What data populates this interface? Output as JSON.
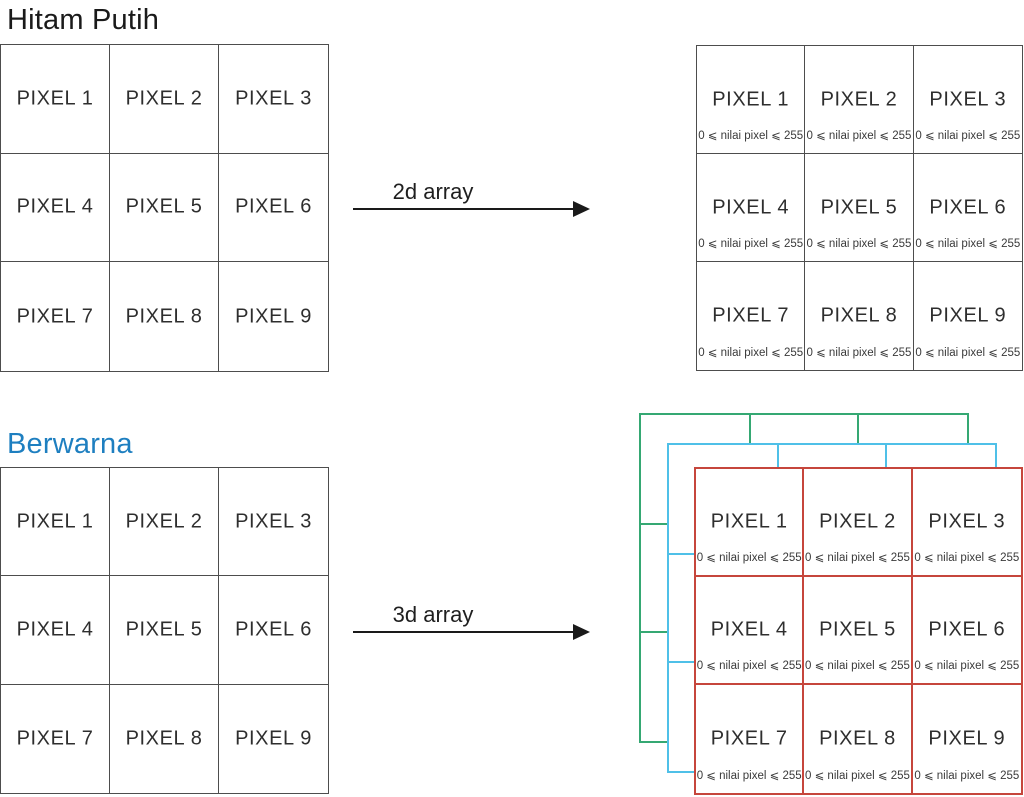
{
  "colors": {
    "ink": "#1a1a1a",
    "grid_line": "#4d4d4d",
    "title_blue": "#1e7fc0",
    "layer_green": "#35a873",
    "layer_cyan": "#4fc0e8",
    "layer_red": "#c6463c"
  },
  "sections": {
    "bw": {
      "title": "Hitam Putih",
      "arrow_label": "2d array",
      "source": {
        "cells": [
          "PIXEL 1",
          "PIXEL 2",
          "PIXEL 3",
          "PIXEL 4",
          "PIXEL 5",
          "PIXEL 6",
          "PIXEL 7",
          "PIXEL 8",
          "PIXEL 9"
        ]
      },
      "result": {
        "cells": [
          "PIXEL 1",
          "PIXEL 2",
          "PIXEL 3",
          "PIXEL 4",
          "PIXEL 5",
          "PIXEL 6",
          "PIXEL 7",
          "PIXEL 8",
          "PIXEL 9"
        ],
        "cell_value": "0 ⩽ nilai pixel ⩽ 255"
      }
    },
    "color": {
      "title": "Berwarna",
      "arrow_label": "3d array",
      "source": {
        "cells": [
          "PIXEL 1",
          "PIXEL 2",
          "PIXEL 3",
          "PIXEL 4",
          "PIXEL 5",
          "PIXEL 6",
          "PIXEL 7",
          "PIXEL 8",
          "PIXEL 9"
        ]
      },
      "result": {
        "layers": [
          "green",
          "cyan",
          "red"
        ],
        "cells": [
          "PIXEL 1",
          "PIXEL 2",
          "PIXEL 3",
          "PIXEL 4",
          "PIXEL 5",
          "PIXEL 6",
          "PIXEL 7",
          "PIXEL 8",
          "PIXEL 9"
        ],
        "cell_value": "0 ⩽ nilai pixel ⩽ 255"
      }
    }
  }
}
